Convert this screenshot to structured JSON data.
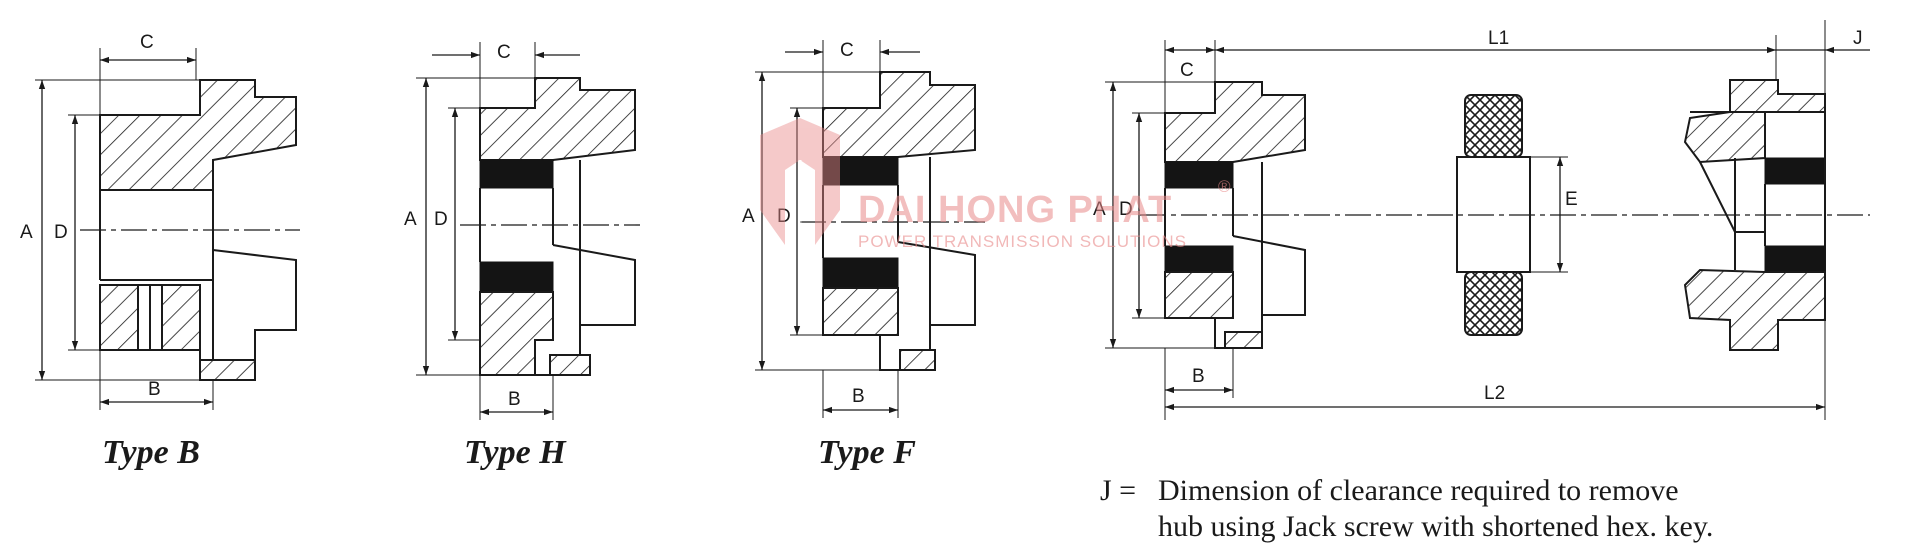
{
  "dimension_labels": {
    "a": "A",
    "b": "B",
    "c": "C",
    "d": "D",
    "e": "E",
    "j": "J",
    "l1": "L1",
    "l2": "L2"
  },
  "captions": {
    "type_b": "Type B",
    "type_h": "Type H",
    "type_f": "Type F"
  },
  "note": {
    "prefix": "J =",
    "line1": "Dimension of clearance required to remove",
    "line2": "hub using Jack screw with shortened hex. key."
  },
  "watermark": {
    "brand": "DAI HONG PHAT",
    "tagline": "POWER TRANSMISSION SOLUTIONS",
    "registered": "®"
  },
  "colors": {
    "ink": "#1a1a1a",
    "watermark": "#e98a8a"
  }
}
